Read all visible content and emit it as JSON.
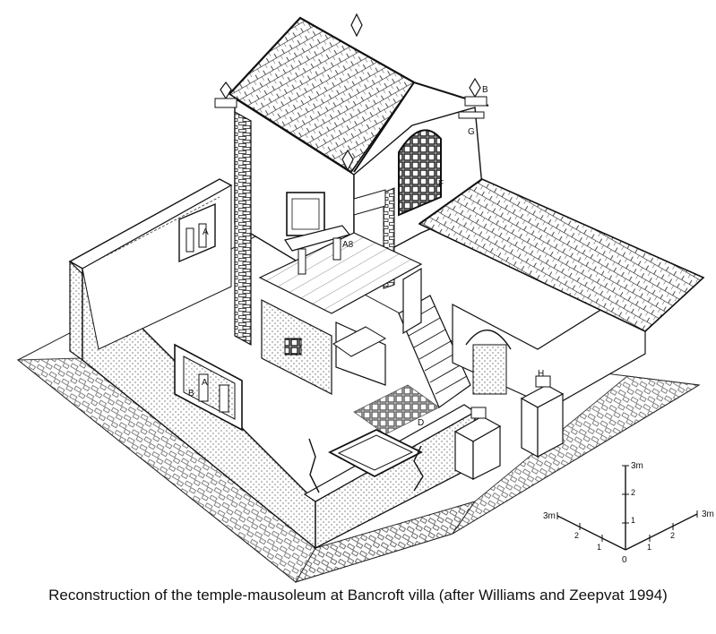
{
  "caption": "Reconstruction of the temple-mausoleum at Bancroft villa (after Williams and Zeepvat 1994)",
  "labels": {
    "a_upper": "A",
    "a8": "A8",
    "a_niche": "A",
    "b_niche": "B",
    "b_roof": "B",
    "g": "G",
    "f": "F",
    "h": "H",
    "d": "D"
  },
  "scale": {
    "unit_vertical": "3m",
    "unit_left": "3m",
    "unit_right": "3m",
    "tick_0": "0",
    "v1": "1",
    "v2": "2",
    "l1": "1",
    "l2": "2",
    "r1": "1",
    "r2": "2"
  },
  "colors": {
    "ink": "#111111",
    "paper": "#ffffff"
  }
}
